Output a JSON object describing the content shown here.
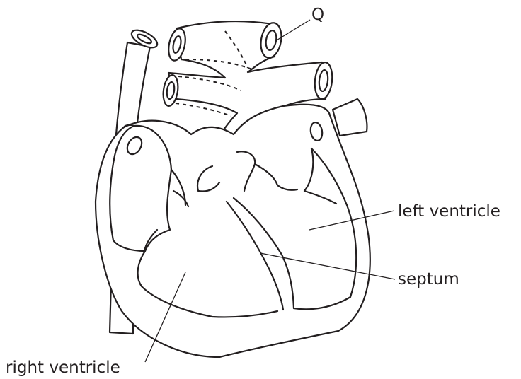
{
  "labels": {
    "q": "Q",
    "left_ventricle": "left ventricle",
    "septum": "septum",
    "right_ventricle": "right ventricle"
  },
  "colors": {
    "line": "#231f20",
    "background": "#ffffff"
  }
}
